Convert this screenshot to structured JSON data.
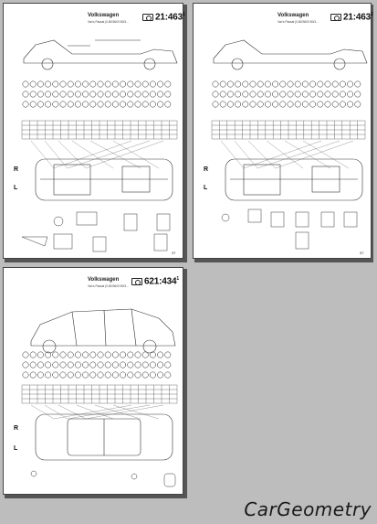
{
  "pages": [
    {
      "brand": "Volkswagen",
      "subtitle": "Van's Passat (0.B0/3600 B0/3...",
      "code": "21:463",
      "sup": "1",
      "page_number": "37"
    },
    {
      "brand": "Volkswagen",
      "subtitle": "Van's Passat (0.B0/3600 B0/3...",
      "code": "21:463",
      "sup": "2",
      "page_number": "37"
    },
    {
      "brand": "Volkswagen",
      "subtitle": "Van's Passat (0.B0/3600 B0/3...",
      "code": "621:434",
      "sup": "1",
      "page_number": ""
    }
  ],
  "side_labels": {
    "right": "R",
    "left": "L"
  },
  "watermark": "CarGeometry"
}
